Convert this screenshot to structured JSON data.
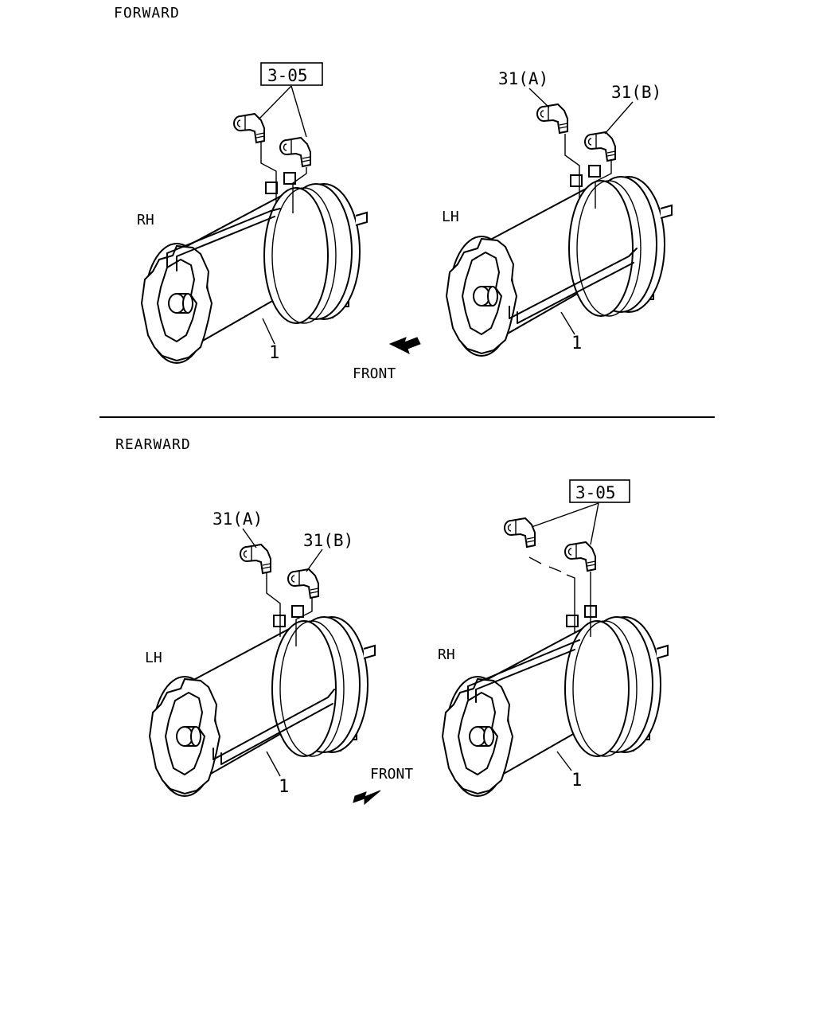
{
  "sections": [
    {
      "title": "FORWARD",
      "front_label": "FRONT",
      "units": [
        {
          "side": "RH",
          "part_number": "1",
          "fitting_ref": "3-05",
          "fitting_type": "ref"
        },
        {
          "side": "LH",
          "part_number": "1",
          "fitting_a": "31(A)",
          "fitting_b": "31(B)",
          "fitting_type": "ab"
        }
      ]
    },
    {
      "title": "REARWARD",
      "front_label": "FRONT",
      "units": [
        {
          "side": "LH",
          "part_number": "1",
          "fitting_a": "31(A)",
          "fitting_b": "31(B)",
          "fitting_type": "ab"
        },
        {
          "side": "RH",
          "part_number": "1",
          "fitting_ref": "3-05",
          "fitting_type": "ref"
        }
      ]
    }
  ]
}
